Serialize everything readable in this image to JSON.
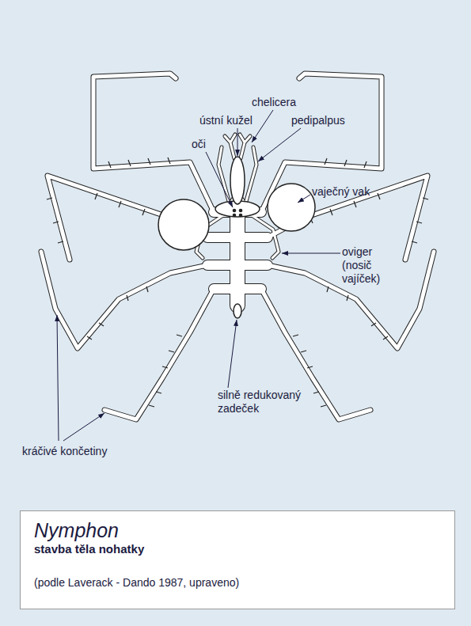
{
  "diagram": {
    "nodes": [
      {
        "text": [
          "Nymphon",
          "stavba těla nohatky",
          "(podle Laverack - Dando 1987, upraveno)"
        ]
      }
    ],
    "labels": [
      "chelicera",
      "ústní kužel",
      "pedipalpus",
      "oči",
      "vaječný vak",
      "oviger (nosič vajíček)",
      "silně redukovaný zadeček",
      "kráčivé končetiny"
    ]
  }
}
